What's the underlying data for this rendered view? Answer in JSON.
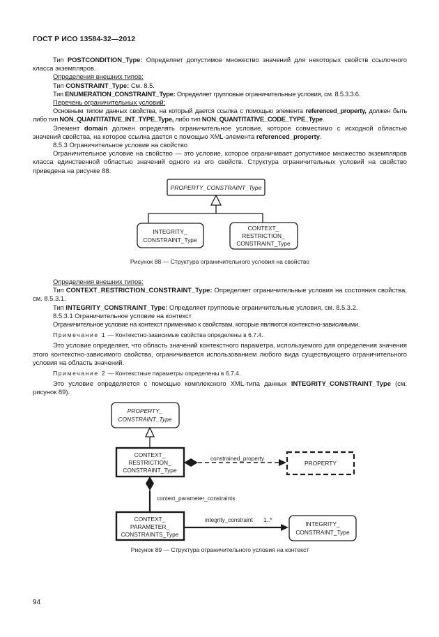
{
  "header": "ГОСТ Р ИСО 13584-32—2012",
  "page_number": "94",
  "p1": {
    "a": "Тип ",
    "b": "POSTCONDITION_Type:",
    "c": " Определяет допустимое множество значений для некоторых свойств ссылочного класса экземпляров."
  },
  "h_ext1": "Определения внешних типов:",
  "p2": {
    "a": "Тип ",
    "b": "CONSTRAINT_Type:",
    "c": " См. 8.5."
  },
  "p3": {
    "a": "Тип ",
    "b": "ENUMERATION_CONSTRAINT_Type:",
    "c": " Определяет групповые ограничительные условия, см. 8.5.3.3.6."
  },
  "h_list": "Перечень ограничительных условий:",
  "p4": {
    "a": "Основным типом данных свойства, на который дается ссылка с помощью элемента ",
    "b": "referenced_property,",
    "c": " должен быть либо тип ",
    "d": "NON_QUANTITATIVE_INT_TYPE_Type,",
    "e": " либо тип ",
    "f": "NON_QUANTITATIVE_CODE_TYPE_Type",
    "g": "."
  },
  "p5": {
    "a": "Элемент ",
    "b": "domain",
    "c": " должен определять ограничительное условие, которое совместимо с исходной областью значений свойства, на которое ссылка дается с помощью XML-элемента ",
    "d": "referenced_property",
    "e": "."
  },
  "p6": "8.5.3 Ограничительное условие на свойство",
  "p7": "Ограничительное условие на свойство — это условие, которое ограничивает допустимое множество экземпляров класса единственной областью значений одного из его свойств. Структура ограничительных условий на свойство приведена на рисунке 88.",
  "fig88": {
    "top": "PROPERTY_CONSTRAINT_Type",
    "left_l1": "INTEGRITY_",
    "left_l2": "CONSTRAINT_Type",
    "right_l1": "CONTEXT_",
    "right_l2": "RESTRICTION_",
    "right_l3": "CONSTRAINT_Type",
    "caption": "Рисунок 88 — Структура ограничительного условия на свойство"
  },
  "h_ext2": "Определения внешних типов:",
  "p8": {
    "a": "Тип ",
    "b": "CONTEXT_RESTRICTION_CONSTRAINT_Type:",
    "c": " Определяет ограничительные условия на состояния свойства, см. 8.5.3.1."
  },
  "p9": {
    "a": "Тип ",
    "b": "INTEGRITY_CONSTRAINT_Type:",
    "c": " Определяет групповые ограничительные условия, см. 8.5.3.2."
  },
  "p10": "8.5.3.1 Ограничительное условие на контекст",
  "p11": "Ограничительное условие на контекст применимо к свойствам, которые являются контекстно-зависимыми.",
  "note1": {
    "label": "Примечание 1",
    "text": " — Контекстно-зависимые свойства определены в 6.7.4."
  },
  "p12": "Это условие определяет, что область значений контекстного параметра, используемого для определения значения этого контекстно-зависимого свойства, ограничивается использованием любого вида существующего ограничительного условия на область значений.",
  "note2": {
    "label": "Примечание 2",
    "text": " — Контекстные параметры определены в 6.7.4."
  },
  "p13": {
    "a": "Это условие определяется с помощью комплексного XML-типа данных ",
    "b": "INTEGRITY_CONSTRAINT_Type",
    "c": " (см. рисунок 89)."
  },
  "fig89": {
    "prop_l1": "PROPERTY_",
    "prop_l2": "CONSTRAINT_Type",
    "crc_l1": "CONTEXT_",
    "crc_l2": "RESTRICTION_",
    "crc_l3": "CONSTRAINT_Type",
    "property": "PROPERTY",
    "rel_constrained": "constrained_property",
    "rel_cpc": "context_parameter_constraints",
    "cpc_l1": "CONTEXT_",
    "cpc_l2": "PARAMETER_",
    "cpc_l3": "CONSTRAINTS_Type",
    "rel_integrity": "integrity_constraint",
    "card": "1..*",
    "ic_l1": "INTEGRITY_",
    "ic_l2": "CONSTRAINT_Type",
    "caption": "Рисунок 89 — Структура ограничительного условия на контекст"
  }
}
